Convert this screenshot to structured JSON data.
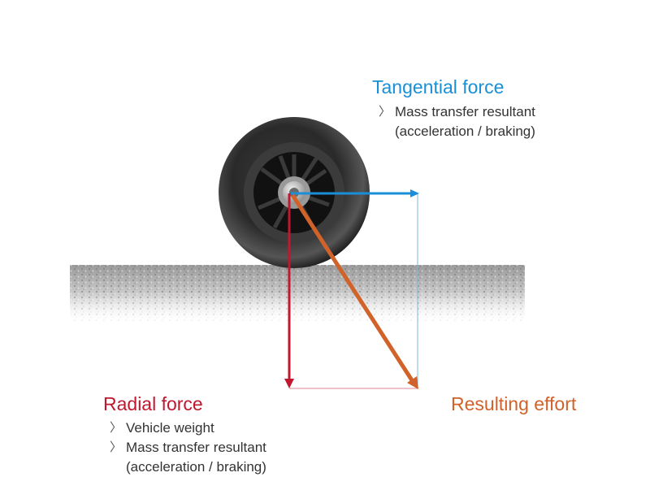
{
  "colors": {
    "tangential": "#1a8fd8",
    "radial": "#c0182e",
    "resulting": "#d0622a",
    "text": "#333333"
  },
  "tangential": {
    "title": "Tangential force",
    "bullets": [
      "Mass transfer resultant"
    ],
    "continuation": "(acceleration / braking)"
  },
  "radial": {
    "title": "Radial force",
    "bullets": [
      "Vehicle weight",
      "Mass transfer resultant"
    ],
    "continuation": "(acceleration / braking)"
  },
  "resulting": {
    "title": "Resulting effort"
  },
  "icons": {
    "bullet": "chevron-right-icon",
    "wheel": "wheel-icon",
    "ground": "road-surface"
  }
}
